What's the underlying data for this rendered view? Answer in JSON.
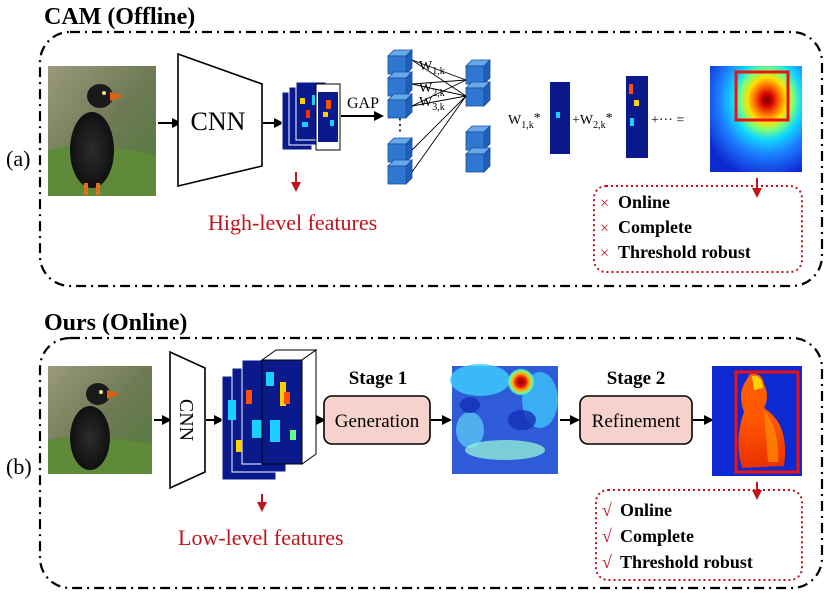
{
  "panel_a": {
    "title": "CAM (Offline)",
    "label": "(a)",
    "cnn_label": "CNN",
    "gap_label": "GAP",
    "features_caption": "High-level features",
    "weights": [
      {
        "base": "W",
        "sub": "1,k"
      },
      {
        "base": "W",
        "sub": "2,k"
      },
      {
        "base": "W",
        "sub": "3,k"
      }
    ],
    "formula": {
      "term1_base": "W",
      "term1_sub": "1,k",
      "term1_op": "*",
      "plus1": "+",
      "term2_base": "W",
      "term2_sub": "2,k",
      "term2_op": "*",
      "tail": "+··· ="
    },
    "checklist": {
      "mark": "×",
      "items": [
        "Online",
        "Complete",
        "Threshold robust"
      ]
    }
  },
  "panel_b": {
    "title": "Ours (Online)",
    "label": "(b)",
    "cnn_label": "CNN",
    "features_caption": "Low-level features",
    "stage1_label": "Stage 1",
    "stage2_label": "Stage 2",
    "generation_label": "Generation",
    "refinement_label": "Refinement",
    "checklist": {
      "mark": "√",
      "items": [
        "Online",
        "Complete",
        "Threshold robust"
      ]
    }
  },
  "colors": {
    "accent_red": "#c0141c",
    "cube_blue": "#2f78d2",
    "stage_box_fill": "#f7d2cc",
    "heat_dark": "#0a1a8c"
  }
}
